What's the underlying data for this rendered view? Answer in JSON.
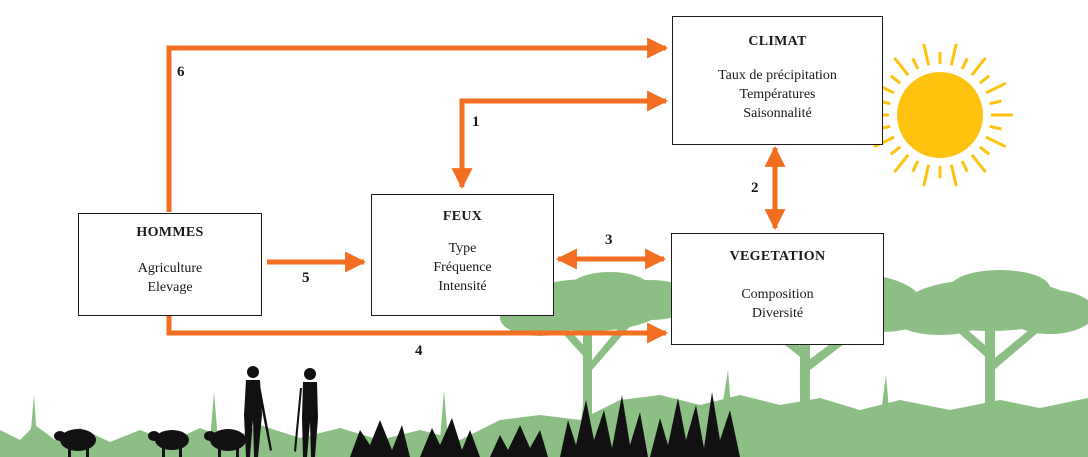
{
  "colors": {
    "arrow": "#f26f21",
    "vegetation": "#8cbf84",
    "sun": "#ffc20e",
    "silhouette": "#111111"
  },
  "boxes": {
    "climat": {
      "title": "CLIMAT",
      "lines": [
        "Taux de précipitation",
        "Températures",
        "Saisonnalité"
      ]
    },
    "feux": {
      "title": "FEUX",
      "lines": [
        "Type",
        "Fréquence",
        "Intensité"
      ]
    },
    "hommes": {
      "title": "HOMMES",
      "lines": [
        "Agriculture",
        "Elevage"
      ]
    },
    "vegetation": {
      "title": "VEGETATION",
      "lines": [
        "Composition",
        "Diversité"
      ]
    }
  },
  "arrows": {
    "a1": "1",
    "a2": "2",
    "a3": "3",
    "a4": "4",
    "a5": "5",
    "a6": "6"
  },
  "icons": {
    "sun": "sun-icon",
    "trees": "acacia-tree-icon",
    "grass": "grass-icon",
    "fire": "fire-icon",
    "sheep": "sheep-icon",
    "people": "herder-icon"
  }
}
